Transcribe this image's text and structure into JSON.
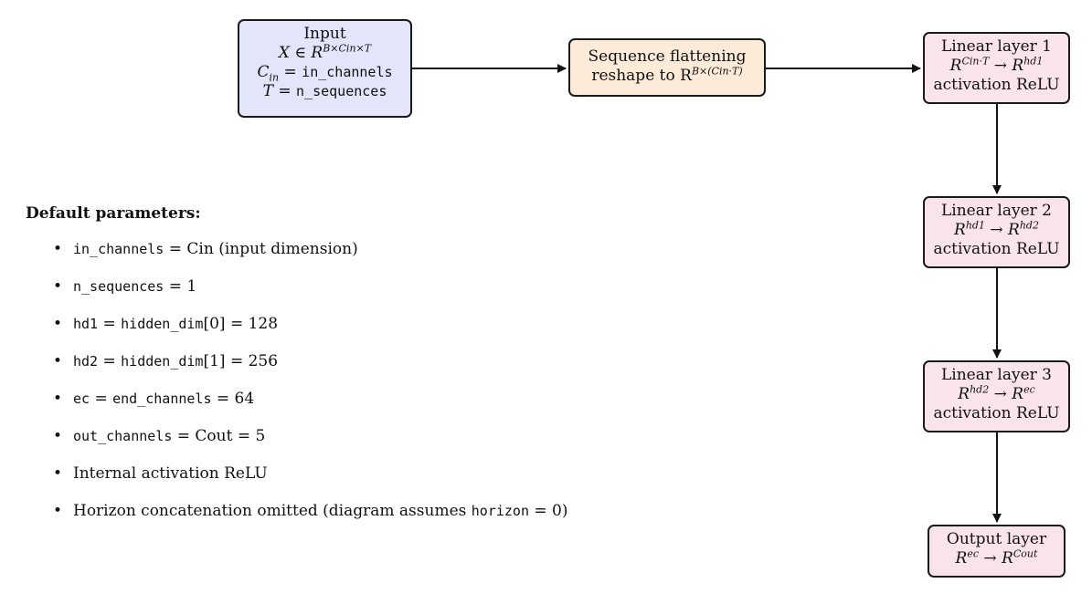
{
  "nodes": {
    "input": {
      "line1": "Input",
      "line2": "X ∈ R",
      "line2_sup": "B×Cin×T",
      "line3_var": "C",
      "line3_sub": "in",
      "line3_eq": " = ",
      "line3_code": "in_channels",
      "line4_var": "T",
      "line4_eq": " = ",
      "line4_code": "n_sequences"
    },
    "flatten": {
      "line1": "Sequence flattening",
      "line2": "reshape to R",
      "line2_sup": "B×(Cin·T)"
    },
    "linear1": {
      "line1": "Linear layer 1",
      "line2_a": "R",
      "line2_a_sup": "Cin·T",
      "line2_b": " → R",
      "line2_b_sup": "hd1",
      "line3": "activation ReLU"
    },
    "linear2": {
      "line1": "Linear layer 2",
      "line2_a": "R",
      "line2_a_sup": "hd1",
      "line2_b": " → R",
      "line2_b_sup": "hd2",
      "line3": "activation ReLU"
    },
    "linear3": {
      "line1": "Linear layer 3",
      "line2_a": "R",
      "line2_a_sup": "hd2",
      "line2_b": " → R",
      "line2_b_sup": "ec",
      "line3": "activation ReLU"
    },
    "output": {
      "line1": "Output layer",
      "line2_a": "R",
      "line2_a_sup": "ec",
      "line2_b": " → R",
      "line2_b_sup": "Cout"
    }
  },
  "params": {
    "title": "Default parameters:",
    "items": [
      {
        "code": "in_channels",
        "text": " = Cin (input dimension)"
      },
      {
        "code": "n_sequences",
        "text": " = 1"
      },
      {
        "code": "hd1",
        "text": " = ",
        "code2": "hidden_dim",
        "text2": "[0] = 128"
      },
      {
        "code": "hd2",
        "text": " = ",
        "code2": "hidden_dim",
        "text2": "[1] = 256"
      },
      {
        "code": "ec",
        "text": " = ",
        "code2": "end_channels",
        "text2": " = 64"
      },
      {
        "code": "out_channels",
        "text": " = Cout = 5"
      },
      {
        "text": "Internal activation ReLU"
      },
      {
        "text": "Horizon concatenation omitted (diagram assumes ",
        "code2": "horizon",
        "text2": " = 0)"
      }
    ]
  }
}
